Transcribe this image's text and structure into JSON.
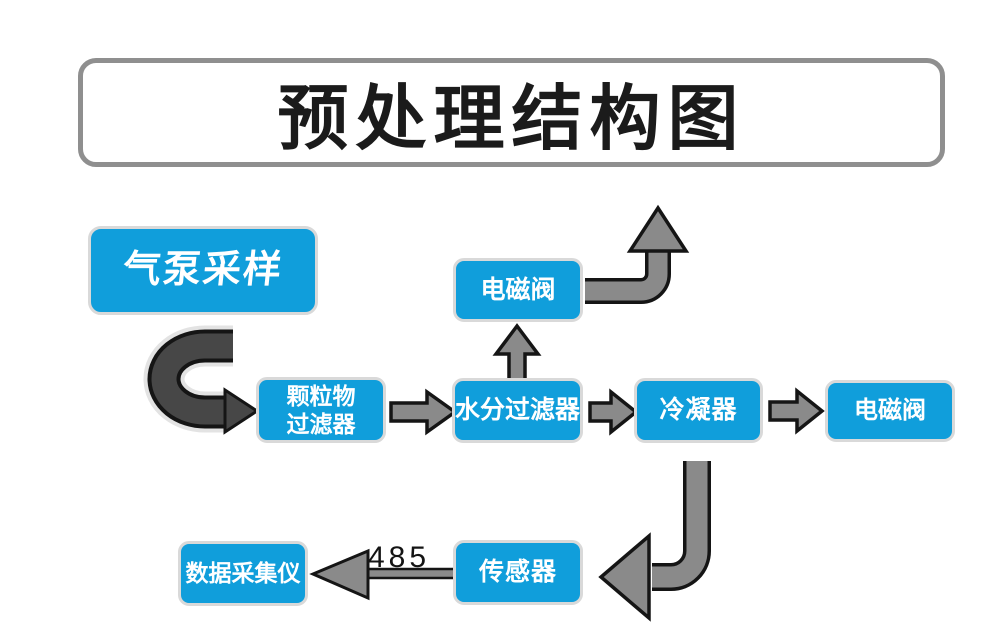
{
  "title": "预处理结构图",
  "colors": {
    "node_fill": "#109edb",
    "node_border": "#d9d9d9",
    "node_text": "#ffffff",
    "arrow_gray": "#8a8a8a",
    "arrow_dark": "#474747",
    "arrow_outline": "#151515",
    "title_border": "#8f8f8f",
    "title_text": "#1b1b1b"
  },
  "nodes": {
    "air_pump": {
      "label": "气泵采样"
    },
    "solenoid_top": {
      "label": "电磁阀"
    },
    "particulate_filter": {
      "label_line1": "颗粒物",
      "label_line2": "过滤器"
    },
    "moisture_filter": {
      "label": "水分过滤器"
    },
    "condenser": {
      "label": "冷凝器"
    },
    "solenoid_right": {
      "label": "电磁阀"
    },
    "data_collector": {
      "label": "数据采集仪"
    },
    "sensor": {
      "label": "传感器"
    }
  },
  "edges": {
    "bus_label": "485",
    "list": [
      "air_pump -> particulate_filter",
      "particulate_filter -> moisture_filter",
      "moisture_filter -> solenoid_top",
      "solenoid_top -> exhaust(up)",
      "moisture_filter -> condenser",
      "condenser -> solenoid_right",
      "condenser -> sensor",
      "sensor -> data_collector (485)"
    ]
  }
}
